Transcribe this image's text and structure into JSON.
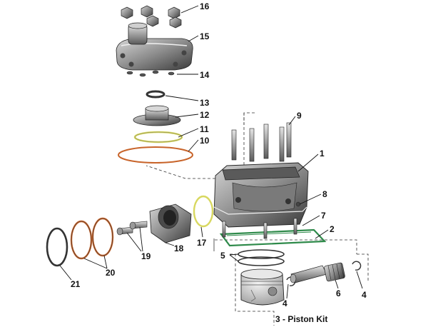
{
  "diagram": {
    "callouts": [
      {
        "id": "c16",
        "label": "16"
      },
      {
        "id": "c15",
        "label": "15"
      },
      {
        "id": "c14",
        "label": "14"
      },
      {
        "id": "c13",
        "label": "13"
      },
      {
        "id": "c12",
        "label": "12"
      },
      {
        "id": "c11",
        "label": "11"
      },
      {
        "id": "c10",
        "label": "10"
      },
      {
        "id": "c9",
        "label": "9"
      },
      {
        "id": "c1",
        "label": "1"
      },
      {
        "id": "c8",
        "label": "8"
      },
      {
        "id": "c7",
        "label": "7"
      },
      {
        "id": "c2",
        "label": "2"
      },
      {
        "id": "c5",
        "label": "5"
      },
      {
        "id": "c17",
        "label": "17"
      },
      {
        "id": "c18",
        "label": "18"
      },
      {
        "id": "c19",
        "label": "19"
      },
      {
        "id": "c20",
        "label": "20"
      },
      {
        "id": "c21",
        "label": "21"
      },
      {
        "id": "c4a",
        "label": "4"
      },
      {
        "id": "c4b",
        "label": "4"
      },
      {
        "id": "c6",
        "label": "6"
      },
      {
        "id": "c3",
        "label": "3 - Piston Kit"
      }
    ],
    "colors": {
      "metal_dark": "#3c3c3c",
      "metal_mid": "#8a8a8a",
      "metal_light": "#c8c8c8",
      "gasket_orange": "#c8642a",
      "gasket_yellow": "#d8d860",
      "gasket_green": "#2e8a4a",
      "line": "#222222"
    }
  }
}
